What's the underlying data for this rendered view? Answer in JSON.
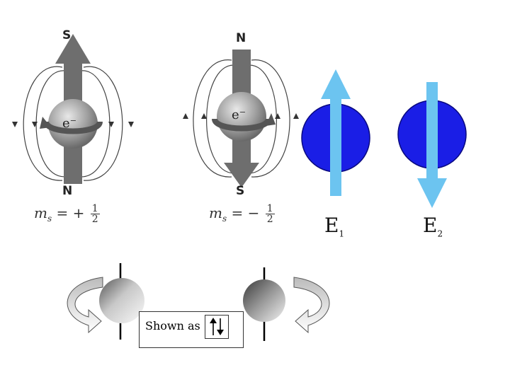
{
  "spin_up": {
    "top_pole": "S",
    "bottom_pole": "N",
    "particle": "e⁻",
    "ms_prefix": "m",
    "ms_sub": "s",
    "ms_sign": "= +",
    "frac_num": "1",
    "frac_den": "2"
  },
  "spin_down": {
    "top_pole": "N",
    "bottom_pole": "S",
    "particle": "e⁻",
    "ms_prefix": "m",
    "ms_sub": "s",
    "ms_sign": "= −",
    "frac_num": "1",
    "frac_den": "2"
  },
  "energy": {
    "e1_letter": "E",
    "e1_sub": "1",
    "e2_letter": "E",
    "e2_sub": "2"
  },
  "legend": {
    "text": "Shown as",
    "symbol": "↑↓"
  },
  "colors": {
    "sphere_blue": "#1a1ee6",
    "arrow_blue": "#6cc4f0",
    "arrow_gray": "#6e6e6e",
    "sphere_gray": "#9a9a9a"
  }
}
